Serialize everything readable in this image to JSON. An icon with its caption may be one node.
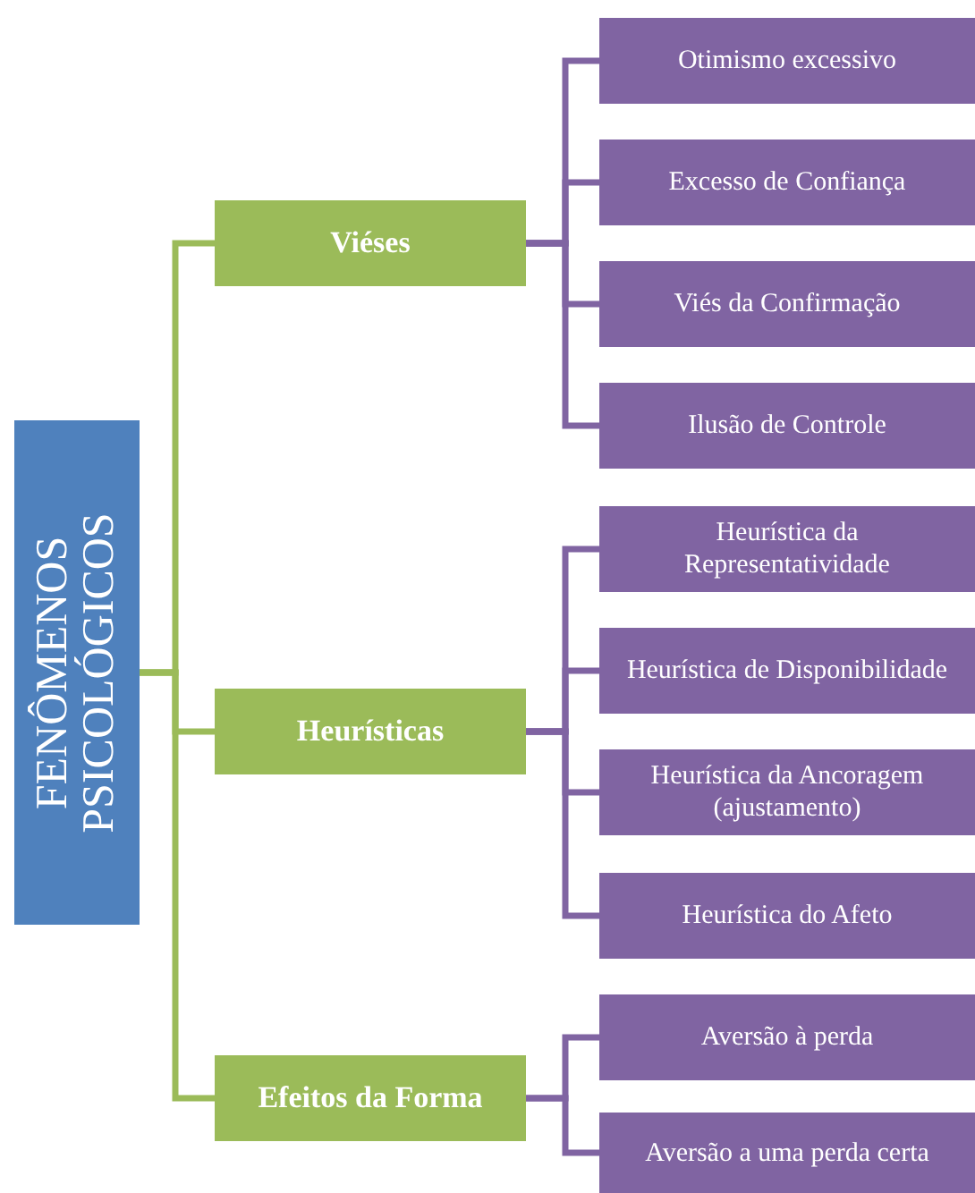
{
  "diagram": {
    "nodes": [
      {
        "text": [
          "FENÔMENOS PSICOLÓGICOS"
        ]
      },
      {
        "text": [
          "Viéses"
        ]
      },
      {
        "text": [
          "Heurísticas"
        ]
      },
      {
        "text": [
          "Efeitos da Forma"
        ]
      },
      {
        "text": [
          "Otimismo excessivo"
        ]
      },
      {
        "text": [
          "Excesso de Confiança"
        ]
      },
      {
        "text": [
          "Viés da Confirmação"
        ]
      },
      {
        "text": [
          "Ilusão de Controle"
        ]
      },
      {
        "text": [
          "Heurística da Representatividade"
        ]
      },
      {
        "text": [
          "Heurística de Disponibilidade"
        ]
      },
      {
        "text": [
          "Heurística da Ancoragem (ajustamento)"
        ]
      },
      {
        "text": [
          "Heurística do Afeto"
        ]
      },
      {
        "text": [
          "Aversão à perda"
        ]
      },
      {
        "text": [
          "Aversão a uma perda certa"
        ]
      }
    ],
    "edges": [
      {
        "from": 0,
        "to": 1,
        "arrow": "none",
        "color": "#9bbb59"
      },
      {
        "from": 0,
        "to": 2,
        "arrow": "none",
        "color": "#9bbb59"
      },
      {
        "from": 0,
        "to": 3,
        "arrow": "none",
        "color": "#9bbb59"
      },
      {
        "from": 1,
        "to": 4,
        "arrow": "none"
      },
      {
        "from": 1,
        "to": 5,
        "arrow": "none"
      },
      {
        "from": 1,
        "to": 6,
        "arrow": "none"
      },
      {
        "from": 1,
        "to": 7,
        "arrow": "none"
      },
      {
        "from": 2,
        "to": 8,
        "arrow": "none"
      },
      {
        "from": 2,
        "to": 9,
        "arrow": "none"
      },
      {
        "from": 2,
        "to": 10,
        "arrow": "none"
      },
      {
        "from": 2,
        "to": 11,
        "arrow": "none"
      },
      {
        "from": 3,
        "to": 12,
        "arrow": "none"
      },
      {
        "from": 3,
        "to": 13,
        "arrow": "none"
      }
    ]
  }
}
